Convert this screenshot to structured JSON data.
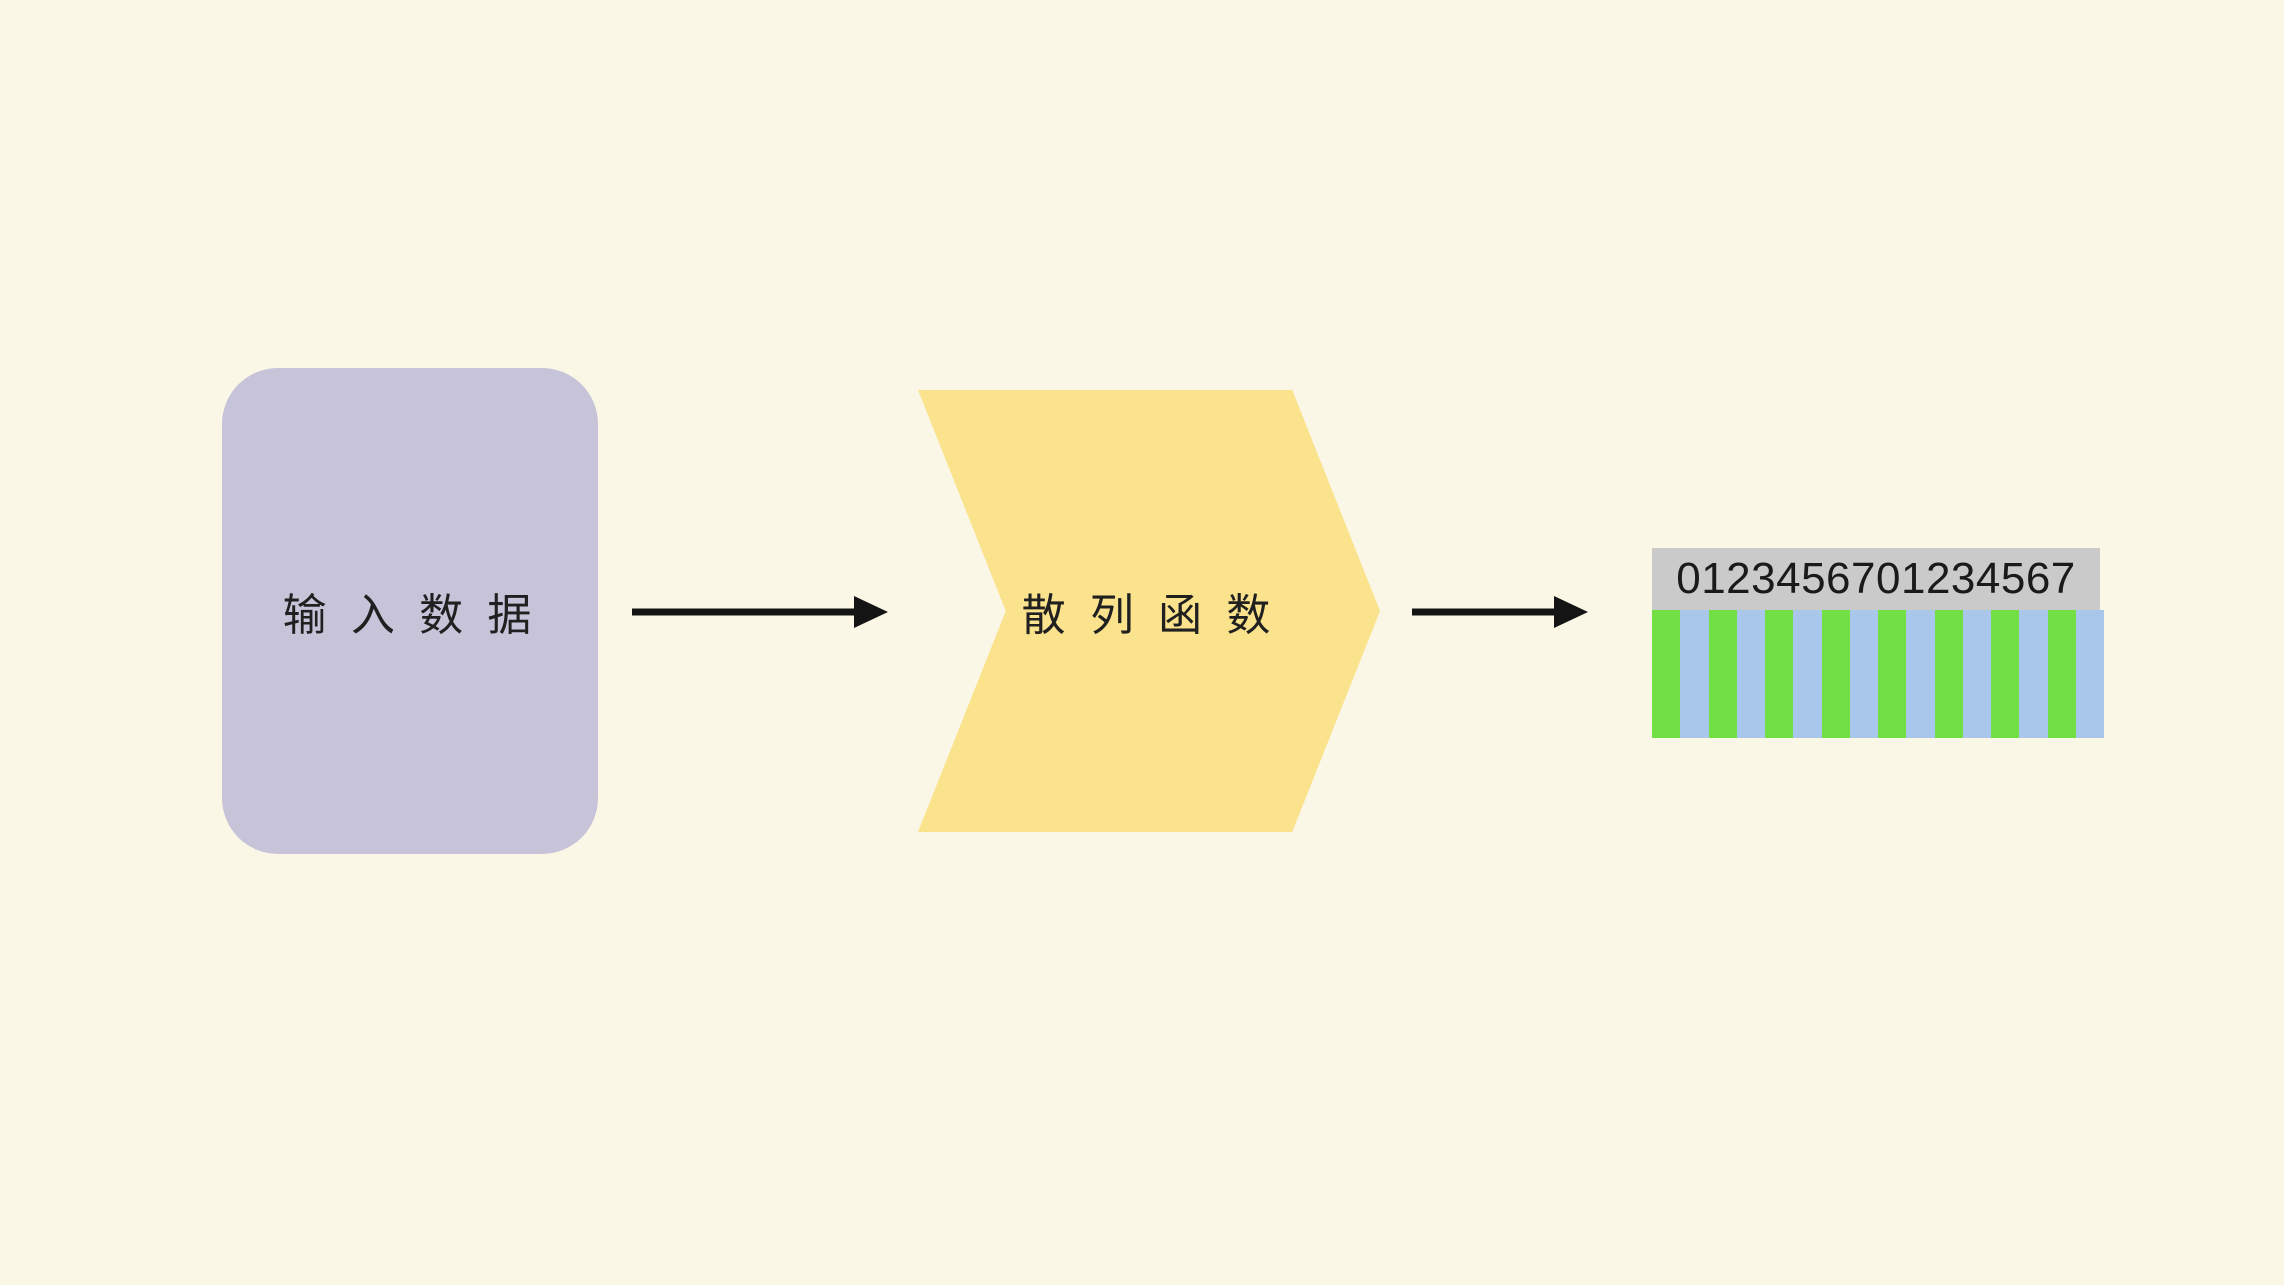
{
  "colors": {
    "background": "#FAF7E6",
    "input_fill": "#C7C3D8",
    "hash_fill": "#FBE28C",
    "arrow": "#141414",
    "text": "#202020",
    "digits_bg": "#CACACA",
    "digits_text": "#1A1A1A",
    "bar_green": "#72DF44",
    "bar_blue": "#A9C7EB"
  },
  "nodes": {
    "input": {
      "label": "输 入 数 据"
    },
    "hash_function": {
      "label": "散 列 函 数"
    }
  },
  "hash_output": {
    "digits": "0123456701234567",
    "bar_pattern": [
      "green",
      "blue",
      "green",
      "blue",
      "green",
      "blue",
      "green",
      "blue",
      "green",
      "blue",
      "green",
      "blue",
      "green",
      "blue",
      "green",
      "blue"
    ]
  }
}
